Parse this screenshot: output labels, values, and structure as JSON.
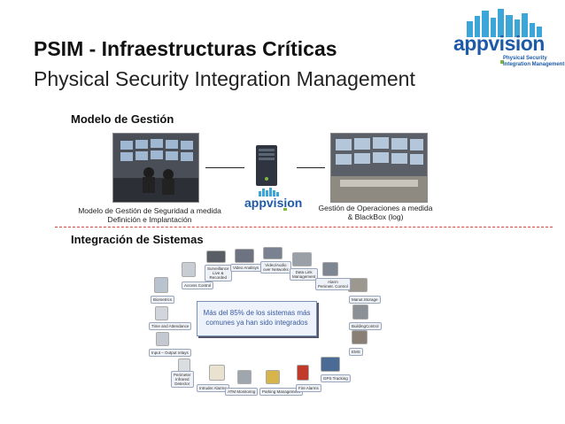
{
  "slide": {
    "title_main": "PSIM - Infraestructuras Críticas",
    "title_sub": "Physical Security Integration Management"
  },
  "logo": {
    "brand": "appvision",
    "tagline_line1": "Physical Security",
    "tagline_line2": "Integration Management"
  },
  "modelo": {
    "heading": "Modelo de Gestión",
    "left_caption_line1": "Modelo de Gestión de Seguridad a medida",
    "left_caption_line2": "Definición e Implantación",
    "right_caption_line1": "Gestión de Operaciones a medida",
    "right_caption_line2": "& BlackBox (log)",
    "server_brand": "appvision"
  },
  "integracion": {
    "heading": "Integración de Sistemas",
    "center_line1": "Más del 85% de los sistemas más",
    "center_line2": "comunes ya han sido integrados",
    "nodes": {
      "access_control": "Access Control",
      "surveillance_line1": "Surveillance",
      "surveillance_line2": "Live &",
      "surveillance_line3": "Recorded",
      "video_analysis": "Video Analisys",
      "video_audio_line1": "Video/Audio",
      "video_audio_line2": "over Networks",
      "data_link_line1": "Data Link",
      "data_link_line2": "Management",
      "alarm_line1": "Alarm",
      "alarm_line2": "Perimetr. Control",
      "biometrics": "Biometrics",
      "manut_storage": "Manut.Storage",
      "time_attendance": "Time and Attendance",
      "building_control": "BuildingControl",
      "input_output": "Input – Output relays",
      "ems": "EMS",
      "pir_line1": "Perimeter",
      "pir_line2": "Infrared",
      "pir_line3": "Detector",
      "gps_tracking": "GPS Tracking",
      "intruder_alarms": "Intruder Alarms",
      "atm_monitoring": "ATM Monitoring",
      "parking_management": "Parking Management",
      "fire_alarms": "Fire Alarms"
    }
  },
  "colors": {
    "brand_blue": "#1d5aa8",
    "separator_red": "#d24a3c",
    "center_text": "#3a5aa0"
  }
}
